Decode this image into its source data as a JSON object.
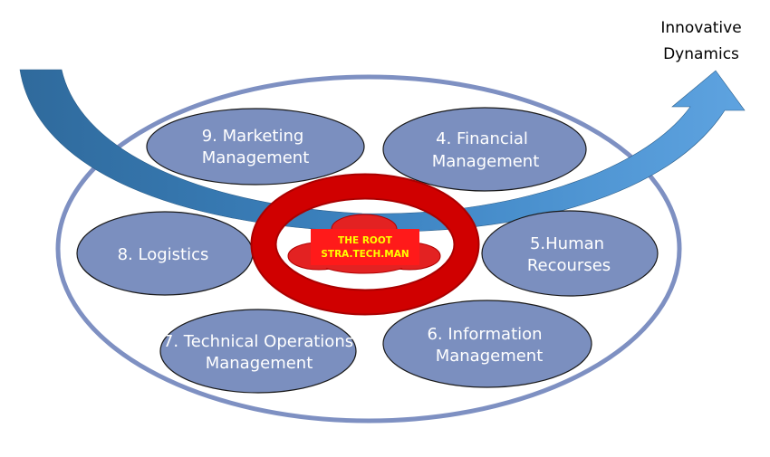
{
  "arrow": {
    "label_line1": "Innovative",
    "label_line2": "Dynamics"
  },
  "root": {
    "line1": "THE ROOT",
    "line2": "STRA.TECH.MAN"
  },
  "nodes": [
    {
      "id": "marketing",
      "line1": "9. Marketing",
      "line2": "Management"
    },
    {
      "id": "financial",
      "line1": "4. Financial",
      "line2": "Management"
    },
    {
      "id": "logistics",
      "line1": "8. Logistics",
      "line2": ""
    },
    {
      "id": "human",
      "line1": "5.Human",
      "line2": "Recourses"
    },
    {
      "id": "technical",
      "line1": "7. Technical Operations",
      "line2": "Management"
    },
    {
      "id": "information",
      "line1": "6. Information",
      "line2": "Management"
    }
  ],
  "colors": {
    "node_fill": "#7b8fbf",
    "node_stroke": "#1a1a1a",
    "outer_ellipse": "#7e90c2",
    "ring": "#c80000",
    "cloud": "#e32222",
    "root_box": "#ff1a1a",
    "root_text": "#ffff00",
    "arrow_dark": "#2f6fa3",
    "arrow_light": "#5b9fdc"
  }
}
